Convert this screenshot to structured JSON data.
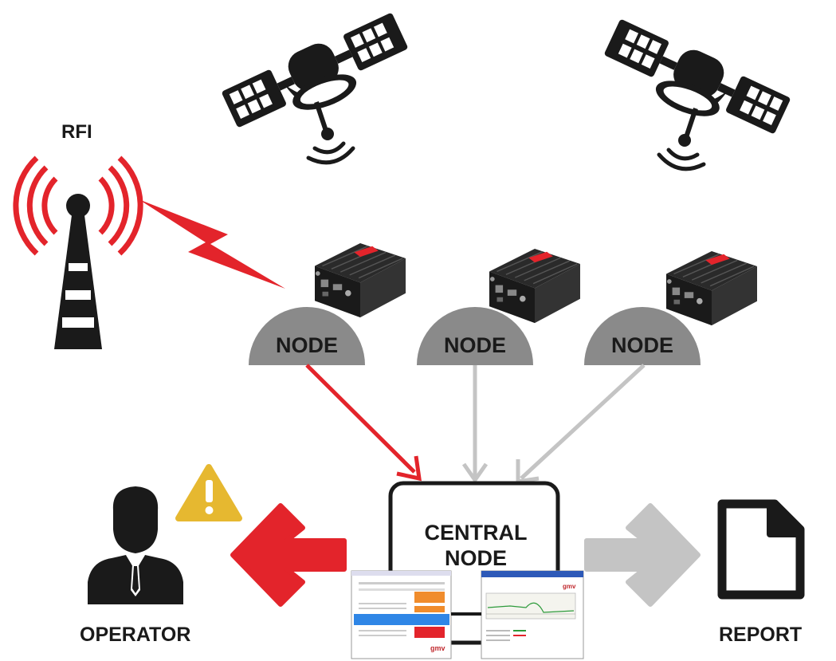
{
  "labels": {
    "rfi": "RFI",
    "operator": "OPERATOR",
    "report": "REPORT",
    "central_line1": "CENTRAL",
    "central_line2": "NODE"
  },
  "nodes": [
    {
      "label": "NODE"
    },
    {
      "label": "NODE"
    },
    {
      "label": "NODE"
    }
  ],
  "brand": "gmv",
  "colors": {
    "alert_red": "#e3242b",
    "dark": "#1a1a1a",
    "node_gray": "#8a8a8a",
    "arrow_gray": "#c4c4c4",
    "warning_yellow": "#e6b830"
  },
  "icons": [
    "satellite-icon",
    "radio-tower-icon",
    "lightning-icon",
    "device-icon",
    "operator-icon",
    "warning-icon",
    "document-icon"
  ]
}
